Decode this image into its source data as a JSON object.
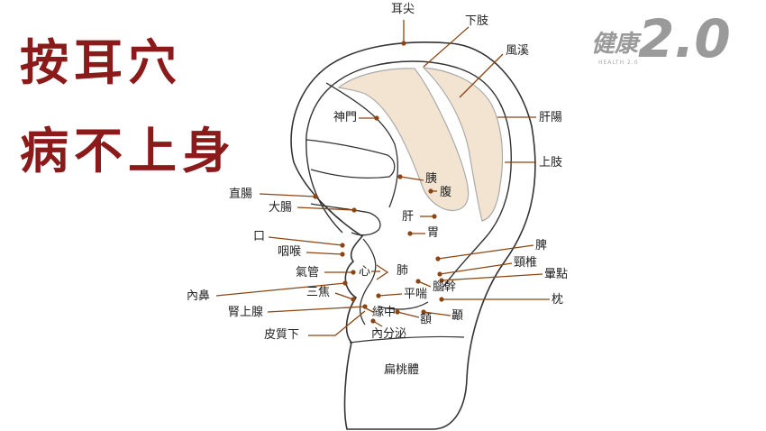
{
  "title_lines": [
    "按耳穴",
    "病不上身"
  ],
  "logo": {
    "cn": "健康",
    "num": "2.0",
    "sub": "HEALTH 2.0"
  },
  "colors": {
    "title": "#8b1a1a",
    "leader": "#8b4513",
    "outline": "#333333",
    "shade": "#f3e4d2",
    "shade_stroke": "#aaaaaa"
  },
  "points": {
    "ear_apex": "耳尖",
    "lower_limb": "下肢",
    "wind_stream": "風溪",
    "liver_yang": "肝陽",
    "upper_limb": "上肢",
    "shenmen": "神門",
    "pancreas": "胰",
    "abdomen": "腹",
    "rectum": "直腸",
    "large_intestine": "大腸",
    "liver": "肝",
    "mouth": "口",
    "stomach": "胃",
    "throat": "咽喉",
    "spleen": "脾",
    "cervical": "頸椎",
    "trachea": "氣管",
    "heart": "心",
    "lung": "肺",
    "dizzy_point": "暈點",
    "internal_nose": "內鼻",
    "brainstem": "腦幹",
    "triple_burner": "三焦",
    "asthma": "平喘",
    "occiput": "枕",
    "adrenal": "腎上腺",
    "yuanzhong": "緣中",
    "forehead": "額",
    "temple": "顳",
    "subcortex": "皮質下",
    "endocrine": "內分泌",
    "tonsil": "扁桃體"
  }
}
